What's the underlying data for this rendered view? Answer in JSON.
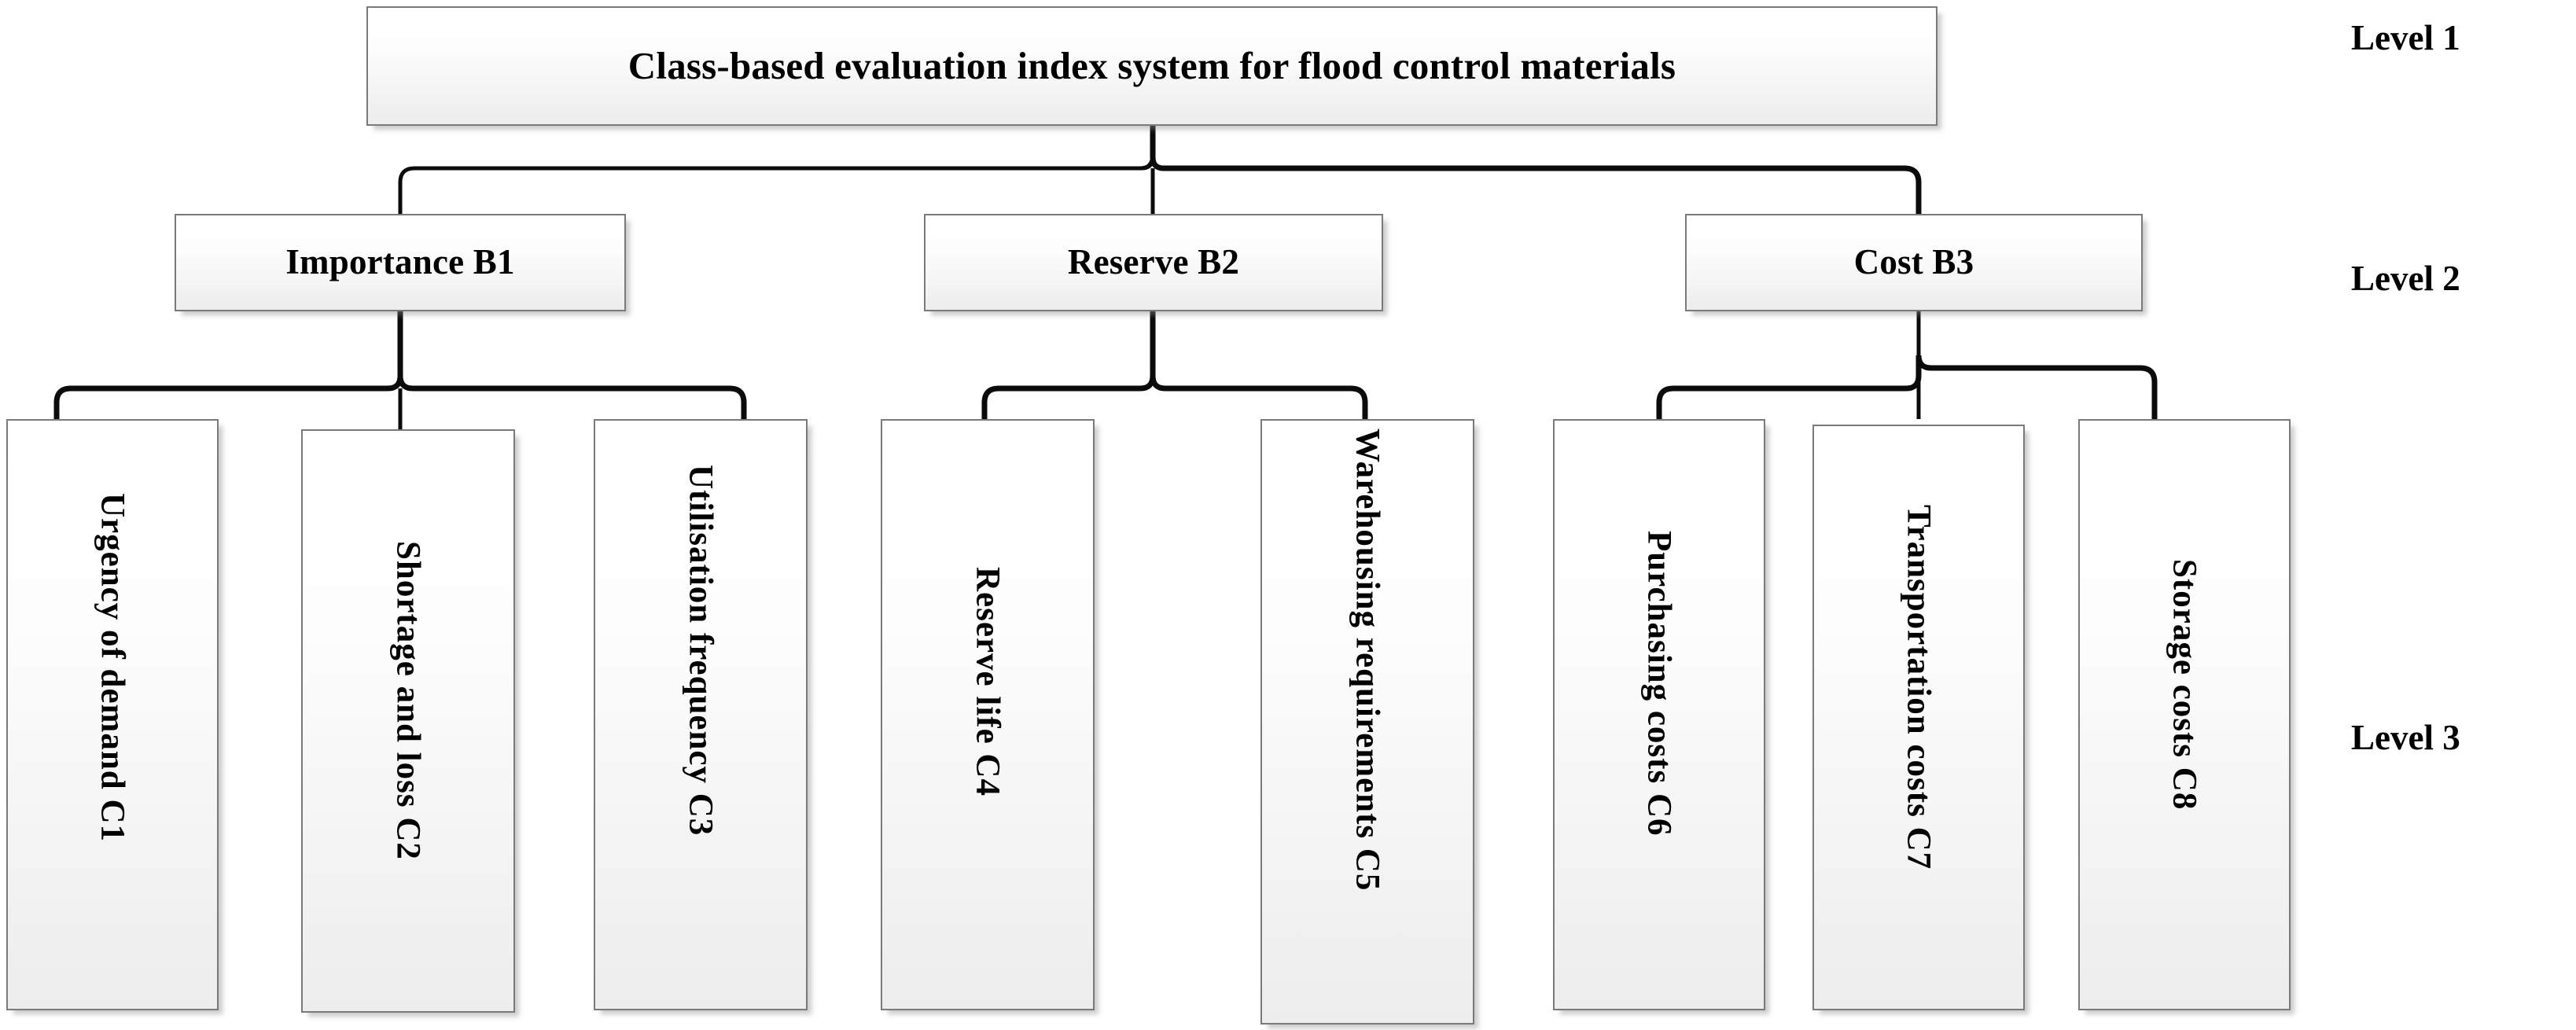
{
  "diagram": {
    "title": "Class-based evaluation index system for flood control materials",
    "levels": [
      {
        "caption": "Level 1"
      },
      {
        "caption": "Level 2"
      },
      {
        "caption": "Level 3"
      }
    ],
    "root": {
      "id": "A",
      "label": "Class-based evaluation index system for flood control materials"
    },
    "criteria": [
      {
        "id": "B1",
        "label": "Importance B1"
      },
      {
        "id": "B2",
        "label": "Reserve B2"
      },
      {
        "id": "B3",
        "label": "Cost B3"
      }
    ],
    "indicators": [
      {
        "id": "C1",
        "label": "Urgency of demand C1",
        "parent": "B1"
      },
      {
        "id": "C2",
        "label": "Shortage and loss C2",
        "parent": "B1"
      },
      {
        "id": "C3",
        "label": "Utilisation frequency C3",
        "parent": "B1"
      },
      {
        "id": "C4",
        "label": "Reserve life C4",
        "parent": "B2"
      },
      {
        "id": "C5",
        "label": "Warehousing requirements C5",
        "parent": "B2"
      },
      {
        "id": "C6",
        "label": "Purchasing costs C6",
        "parent": "B3"
      },
      {
        "id": "C7",
        "label": "Transportation costs C7",
        "parent": "B3"
      },
      {
        "id": "C8",
        "label": "Storage costs C8",
        "parent": "B3"
      }
    ],
    "colors": {
      "box_border": "#7a7a7a",
      "box_fill_top": "#ffffff",
      "box_fill_bottom": "#ededed",
      "connector": "#0b0b0b",
      "text": "#000000",
      "background": "#ffffff"
    }
  }
}
